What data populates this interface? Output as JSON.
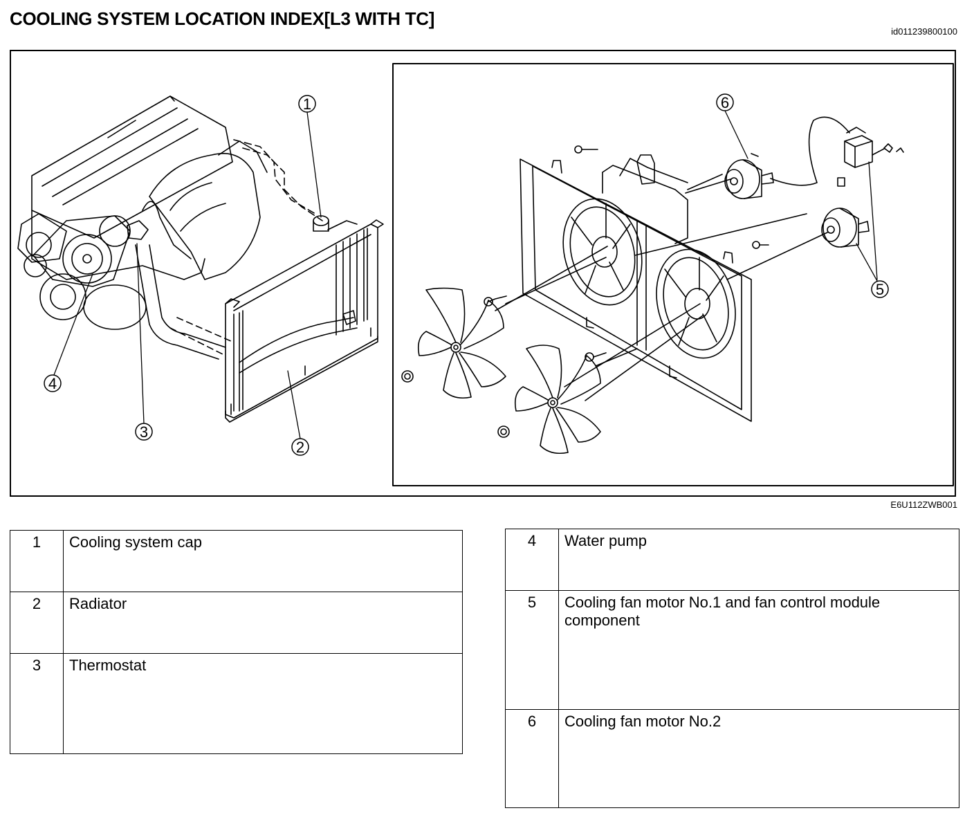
{
  "header": {
    "title": "COOLING SYSTEM LOCATION INDEX[L3 WITH TC]",
    "doc_id": "id011239800100"
  },
  "figure": {
    "code": "E6U112ZWB001",
    "callouts": [
      "1",
      "2",
      "3",
      "4",
      "5",
      "6"
    ]
  },
  "legend": {
    "left": [
      {
        "num": "1",
        "label": "Cooling system cap"
      },
      {
        "num": "2",
        "label": "Radiator"
      },
      {
        "num": "3",
        "label": "Thermostat"
      }
    ],
    "right": [
      {
        "num": "4",
        "label": "Water pump"
      },
      {
        "num": "5",
        "label": "Cooling fan motor No.1 and fan control module component"
      },
      {
        "num": "6",
        "label": "Cooling fan motor No.2"
      }
    ]
  }
}
